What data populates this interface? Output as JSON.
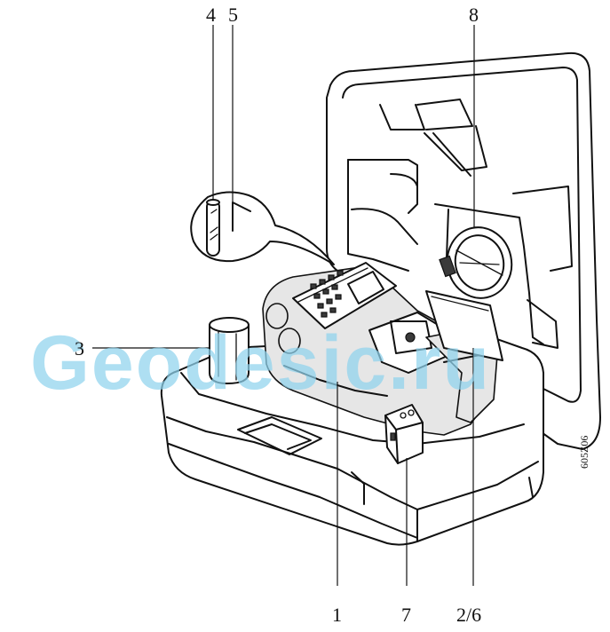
{
  "callouts": {
    "c4": "4",
    "c5": "5",
    "c8": "8",
    "c3": "3",
    "c1": "1",
    "c7": "7",
    "c26": "2/6"
  },
  "figure_code": "605Z06",
  "watermark": "Geodesic.ru",
  "colors": {
    "line": "#111111",
    "watermark": "#8fd3ee",
    "background": "#ffffff"
  }
}
